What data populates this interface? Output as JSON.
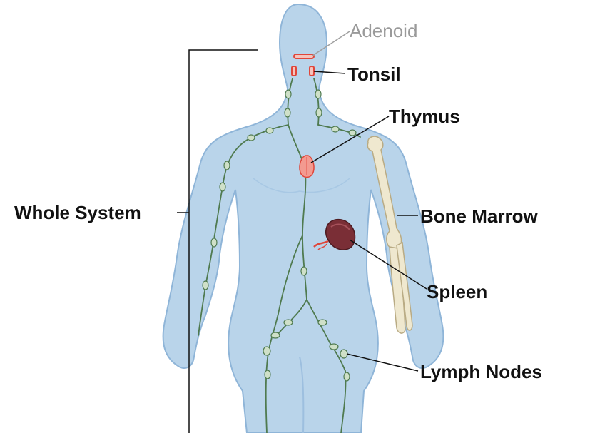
{
  "labels": {
    "adenoid": "Adenoid",
    "tonsil": "Tonsil",
    "thymus": "Thymus",
    "whole_system": "Whole System",
    "bone_marrow": "Bone Marrow",
    "spleen": "Spleen",
    "lymph_nodes": "Lymph Nodes"
  },
  "colors": {
    "body_fill": "#b9d4ea",
    "body_outline": "#8fb5d8",
    "lymph_vessel": "#4f7a4f",
    "lymph_node_fill": "#cfe0c8",
    "organ_red": "#e0463a",
    "organ_red_fill": "#f6c3bc",
    "thymus_fill": "#f39a90",
    "spleen_fill": "#7a2e36",
    "bone_fill": "#efe8cf",
    "bone_outline": "#b9ab84",
    "leader": "#111111",
    "leader_muted": "#a0a0a0",
    "text_muted": "#9a9a9a"
  }
}
